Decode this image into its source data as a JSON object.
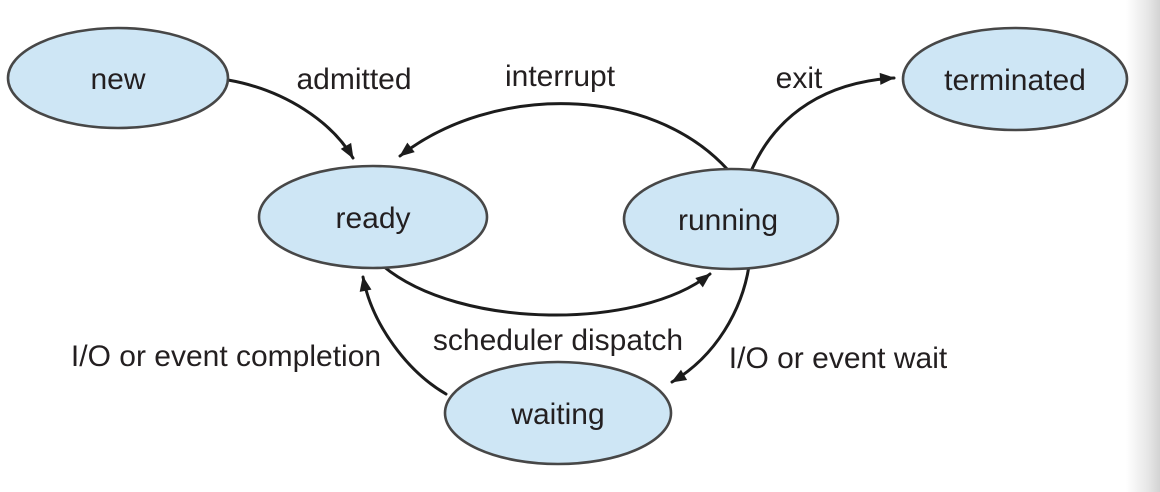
{
  "colors": {
    "state_fill": "#cee6f5",
    "state_border": "#474747",
    "arrow": "#1c1c1c",
    "text": "#231f20",
    "page_edge": "#e4e4e4"
  },
  "diagram": {
    "type": "process-state-diagram",
    "states": [
      {
        "id": "new",
        "label": "new"
      },
      {
        "id": "ready",
        "label": "ready"
      },
      {
        "id": "running",
        "label": "running"
      },
      {
        "id": "waiting",
        "label": "waiting"
      },
      {
        "id": "terminated",
        "label": "terminated"
      }
    ],
    "transitions": [
      {
        "from": "new",
        "to": "ready",
        "label": "admitted"
      },
      {
        "from": "running",
        "to": "ready",
        "label": "interrupt"
      },
      {
        "from": "running",
        "to": "terminated",
        "label": "exit"
      },
      {
        "from": "ready",
        "to": "running",
        "label": "scheduler dispatch"
      },
      {
        "from": "running",
        "to": "waiting",
        "label": "I/O or event wait"
      },
      {
        "from": "waiting",
        "to": "ready",
        "label": "I/O or event completion"
      }
    ]
  }
}
